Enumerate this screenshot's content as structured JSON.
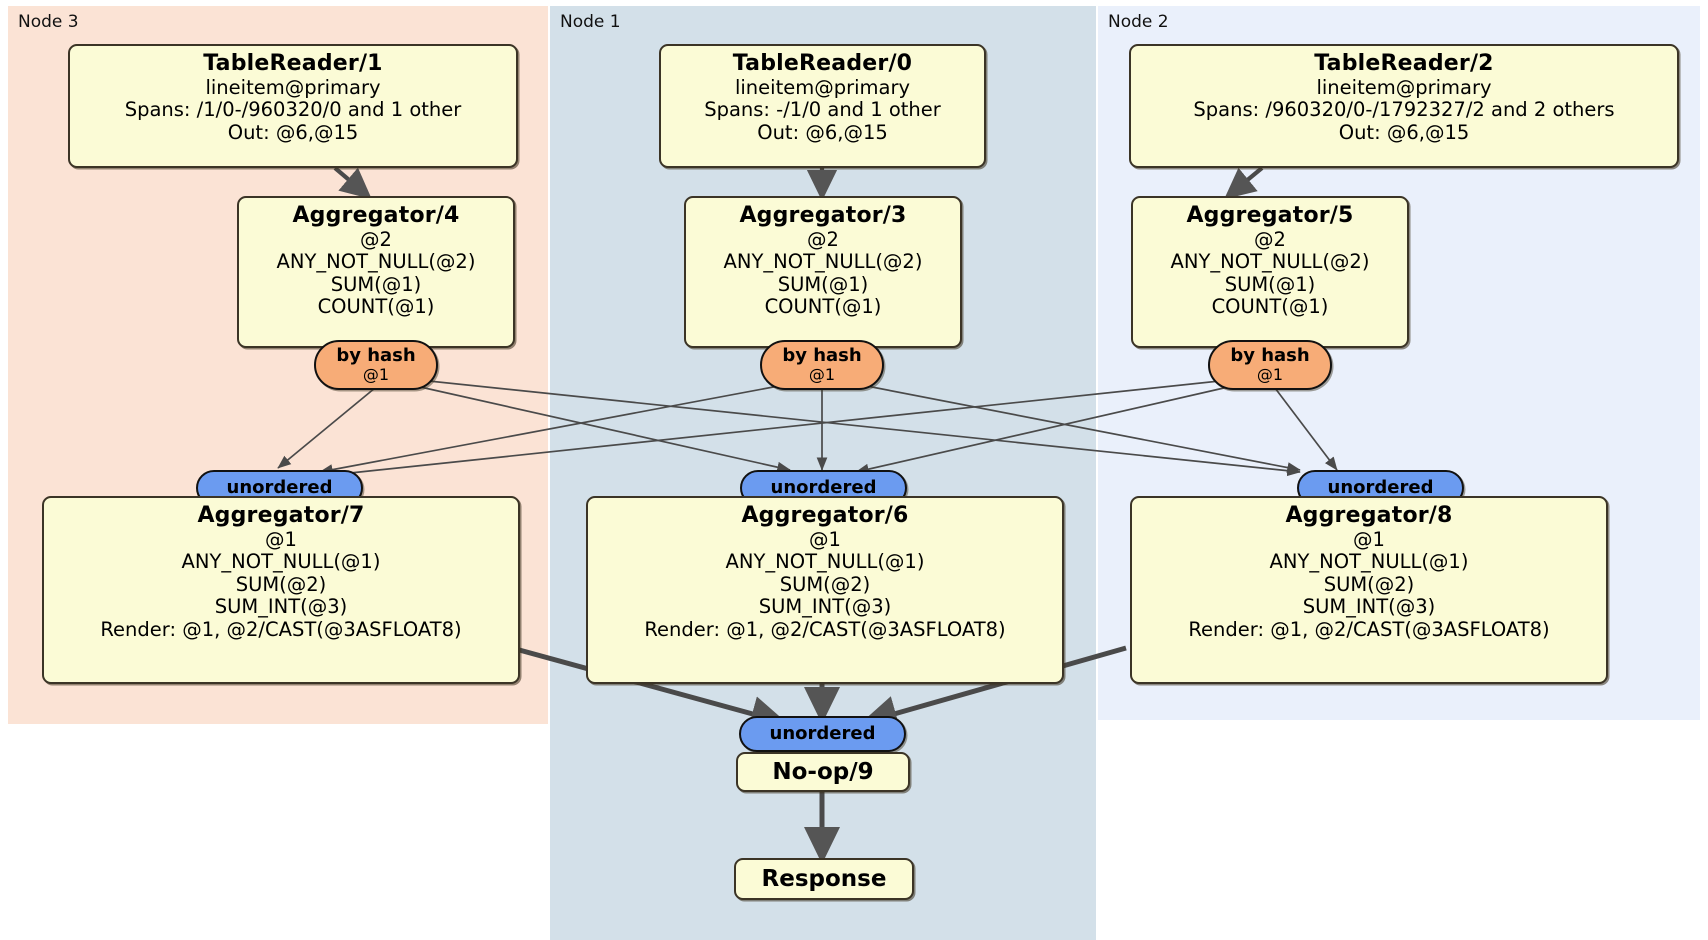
{
  "diagram": {
    "type": "distributed-query-plan",
    "regions": [
      {
        "id": "node3",
        "label": "Node 3",
        "color": "#fbe3d5"
      },
      {
        "id": "node1",
        "label": "Node 1",
        "color": "#d3e0e9"
      },
      {
        "id": "node2",
        "label": "Node 2",
        "color": "#eaf0fb"
      }
    ],
    "colors": {
      "box_fill": "#fbfbd6",
      "box_stroke": "#3b3426",
      "hash_router": "#f7ac77",
      "unordered_sync": "#6b9bf0",
      "edge": "#4a4a4a"
    },
    "nodes": {
      "tablereader_1": {
        "title": "TableReader/1",
        "lines": [
          "lineitem@primary",
          "Spans: /1/0-/960320/0 and 1 other",
          "Out: @6,@15"
        ]
      },
      "tablereader_0": {
        "title": "TableReader/0",
        "lines": [
          "lineitem@primary",
          "Spans: -/1/0 and 1 other",
          "Out: @6,@15"
        ]
      },
      "tablereader_2": {
        "title": "TableReader/2",
        "lines": [
          "lineitem@primary",
          "Spans: /960320/0-/1792327/2 and 2 others",
          "Out: @6,@15"
        ]
      },
      "aggregator_4": {
        "title": "Aggregator/4",
        "lines": [
          "@2",
          "ANY_NOT_NULL(@2)",
          "SUM(@1)",
          "COUNT(@1)"
        ]
      },
      "aggregator_3": {
        "title": "Aggregator/3",
        "lines": [
          "@2",
          "ANY_NOT_NULL(@2)",
          "SUM(@1)",
          "COUNT(@1)"
        ]
      },
      "aggregator_5": {
        "title": "Aggregator/5",
        "lines": [
          "@2",
          "ANY_NOT_NULL(@2)",
          "SUM(@1)",
          "COUNT(@1)"
        ]
      },
      "aggregator_7": {
        "title": "Aggregator/7",
        "lines": [
          "@1",
          "ANY_NOT_NULL(@1)",
          "SUM(@2)",
          "SUM_INT(@3)",
          "Render: @1, @2/CAST(@3ASFLOAT8)"
        ]
      },
      "aggregator_6": {
        "title": "Aggregator/6",
        "lines": [
          "@1",
          "ANY_NOT_NULL(@1)",
          "SUM(@2)",
          "SUM_INT(@3)",
          "Render: @1, @2/CAST(@3ASFLOAT8)"
        ]
      },
      "aggregator_8": {
        "title": "Aggregator/8",
        "lines": [
          "@1",
          "ANY_NOT_NULL(@1)",
          "SUM(@2)",
          "SUM_INT(@3)",
          "Render: @1, @2/CAST(@3ASFLOAT8)"
        ]
      },
      "noop_9": {
        "title": "No-op/9"
      },
      "response": {
        "title": "Response"
      }
    },
    "routers": {
      "hash_4": {
        "label": "by hash",
        "column": "@1"
      },
      "hash_3": {
        "label": "by hash",
        "column": "@1"
      },
      "hash_5": {
        "label": "by hash",
        "column": "@1"
      }
    },
    "synchronizers": {
      "sync_7": {
        "label": "unordered"
      },
      "sync_6": {
        "label": "unordered"
      },
      "sync_8": {
        "label": "unordered"
      },
      "sync_noop": {
        "label": "unordered"
      }
    }
  }
}
